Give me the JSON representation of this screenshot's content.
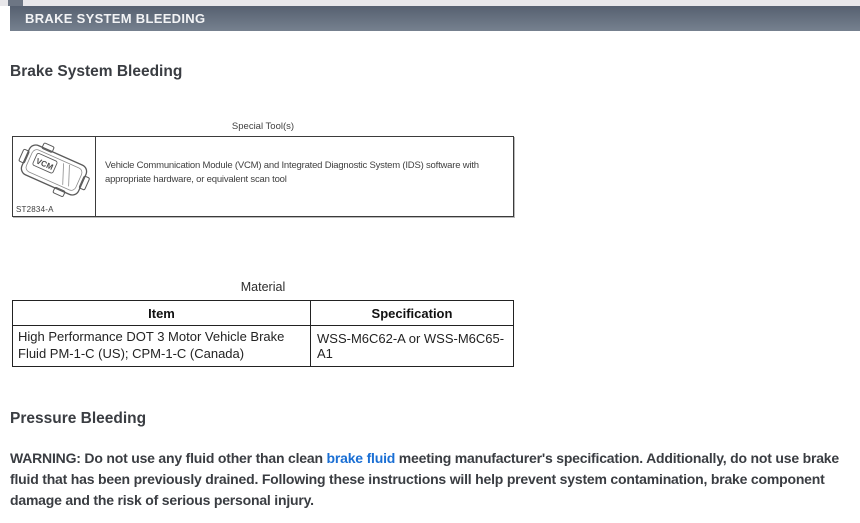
{
  "header": {
    "title": "BRAKE SYSTEM BLEEDING"
  },
  "titles": {
    "main": "Brake System Bleeding",
    "sub": "Pressure Bleeding"
  },
  "special_tools": {
    "caption": "Special Tool(s)",
    "tool_id": "ST2834-A",
    "tool_text": "VCM",
    "description": "Vehicle Communication Module (VCM) and Integrated Diagnostic System (IDS) software with appropriate hardware, or equivalent scan tool"
  },
  "material": {
    "caption": "Material",
    "headers": [
      "Item",
      "Specification"
    ],
    "rows": [
      {
        "item": "High Performance DOT 3 Motor Vehicle Brake Fluid PM-1-C (US); CPM-1-C (Canada)",
        "specification": "WSS-M6C62-A or WSS-M6C65-A1"
      }
    ]
  },
  "warning": {
    "prefix": "WARNING: Do not use any fluid other than clean ",
    "link_text": "brake fluid",
    "suffix": " meeting manufacturer's specification. Additionally, do not use brake fluid that has been previously drained. Following these instructions will help prevent system contamination, brake component damage and the risk of serious personal injury."
  },
  "colors": {
    "header_bar_top": "#566070",
    "header_bar_bottom": "#76818f",
    "link": "#1a6fd4"
  }
}
